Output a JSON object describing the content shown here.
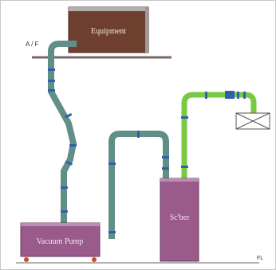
{
  "labels": {
    "equipment": "Equipment",
    "af": "A / F",
    "vacuum_pump": "Vacuum Pump",
    "scrubber": "Sc'ber",
    "fl": "FL"
  },
  "colors": {
    "equipment_fill": "#6e3f2f",
    "equipment_top": "#b0b0b0",
    "box_fill": "#9a5a8c",
    "teal_pipe": "#5f8f86",
    "green_pipe": "#7ac943",
    "flange": "#2f5fb0",
    "wheel": "#d04a2a",
    "floor": "#888888"
  },
  "icons": {
    "exhaust": "x-box-icon"
  }
}
